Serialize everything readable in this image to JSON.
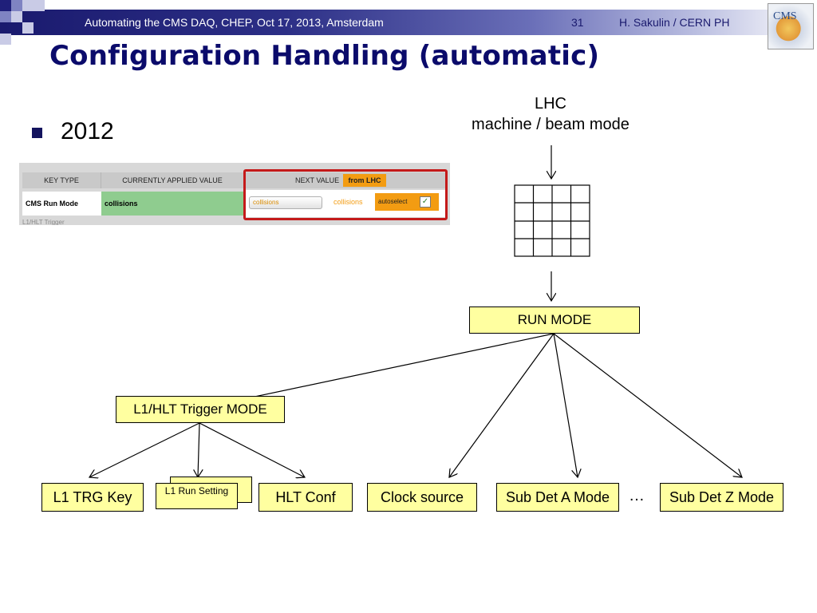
{
  "header": {
    "subtitle": "Automating the CMS DAQ, CHEP, Oct 17, 2013, Amsterdam",
    "page_number": "31",
    "author": "H. Sakulin / CERN PH",
    "logo_text": "CMS"
  },
  "title": "Configuration Handling (automatic)",
  "bullet": "2012",
  "screenshot": {
    "columns": [
      "KEY TYPE",
      "CURRENTLY APPLIED VALUE",
      "NEXT VALUE"
    ],
    "from_lhc": "from LHC",
    "row_key": "CMS Run Mode",
    "current_value": "collisions",
    "dropdown_value": "collisions",
    "next_value": "collisions",
    "autoselect": "autoselect",
    "next_row_key": "L1/HLT Trigger"
  },
  "diagram": {
    "lhc_line1": "LHC",
    "lhc_line2": "machine / beam mode",
    "run_mode": "RUN MODE",
    "trigger_mode": "L1/HLT Trigger MODE",
    "l1_trg_key": "L1 TRG Key",
    "l1_run_setting": "L1 Run Setting",
    "hlt_conf": "HLT Conf",
    "clock_source": "Clock source",
    "subdet_a": "Sub Det A Mode",
    "ellipsis": "…",
    "subdet_z": "Sub Det Z Mode"
  }
}
